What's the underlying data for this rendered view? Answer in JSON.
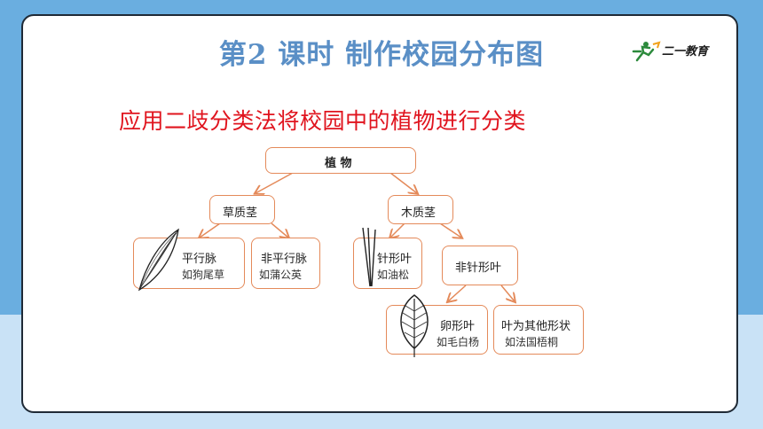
{
  "slide": {
    "title": "第2 课时  制作校园分布图",
    "subtitle": "应用二歧分类法将校园中的植物进行分类",
    "logo_text": "二一教育"
  },
  "tree": {
    "root": "植 物",
    "herb": "草质茎",
    "woody": "木质茎",
    "parallel": {
      "label": "平行脉",
      "example": "如狗尾草"
    },
    "nonparallel": {
      "label": "非平行脉",
      "example": "如蒲公英"
    },
    "needle": {
      "label": "针形叶",
      "example": "如油松"
    },
    "nonneedle": "非针形叶",
    "ovate": {
      "label": "卵形叶",
      "example": "如毛白杨"
    },
    "other": {
      "label": "叶为其他形状",
      "example": "如法国梧桐"
    }
  },
  "colors": {
    "title": "#5a8fc6",
    "subtitle": "#e0141e",
    "node_border": "#e48a5a",
    "frame": "#6aaee0"
  }
}
